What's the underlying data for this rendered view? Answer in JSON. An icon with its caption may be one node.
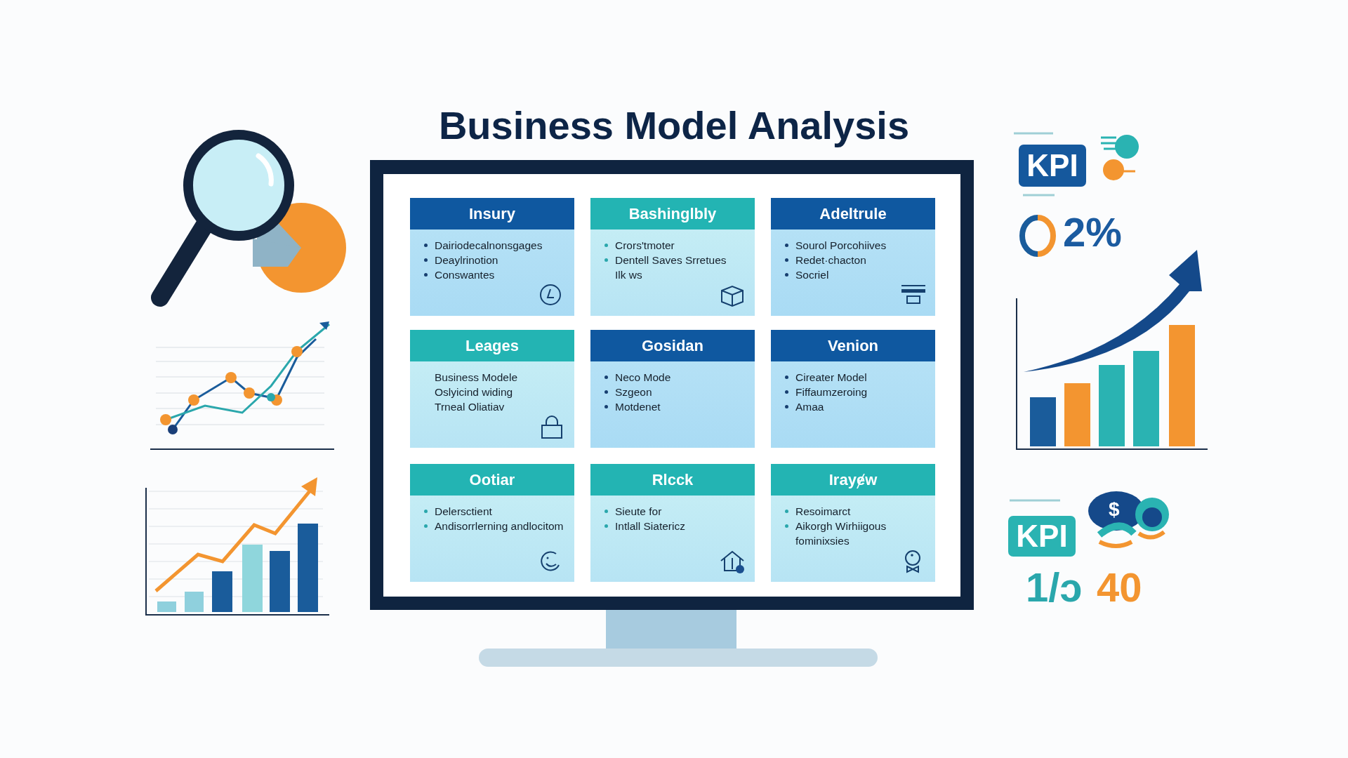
{
  "diagram": {
    "title": "Business Model Analysis",
    "nodes": [
      {
        "text": [
          "Insury",
          "Dairiodecalnonsgages",
          "Deaylrinotion",
          "Conswantes"
        ]
      },
      {
        "text": [
          "Bashinglbly",
          "Crors'tmoter",
          "Dentell Saves Srretues",
          "Ilk ws"
        ]
      },
      {
        "text": [
          "Adeltrule",
          "Sourol Porcohiives",
          "Redet·chacton",
          "Socriel"
        ]
      },
      {
        "text": [
          "Leages",
          "Business Modele",
          "Oslyicind widing",
          "Trneal Oliatiav"
        ]
      },
      {
        "text": [
          "Gosidan",
          "Neco Mode",
          "Szgeon",
          "Motdenet"
        ]
      },
      {
        "text": [
          "Venion",
          "Cireater Model",
          "Fiffaumzeroing",
          "Amaa"
        ]
      },
      {
        "text": [
          "Ootiar",
          "Delersctient",
          "Andisorrlerning andlocitom"
        ]
      },
      {
        "text": [
          "Rlcck",
          "Sieute for",
          "Intlall Siatericz"
        ]
      },
      {
        "text": [
          "Irayɇw",
          "Resoimarct",
          "Aikorgh Wirhiigous fominixsies"
        ]
      },
      {
        "text": [
          "KPI"
        ]
      },
      {
        "text": [
          "KPI"
        ]
      }
    ],
    "labels": [
      "2%",
      "1/ɔ",
      "40",
      "$"
    ]
  }
}
